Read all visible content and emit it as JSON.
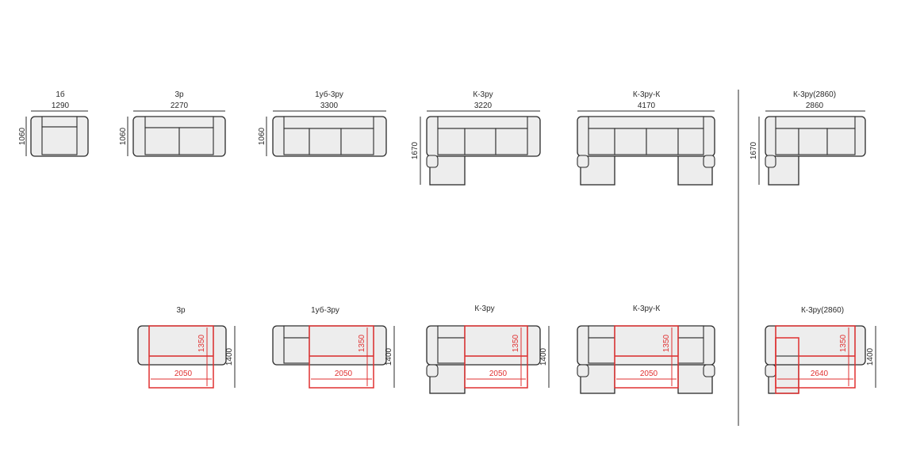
{
  "top_row": [
    {
      "label": "1б",
      "width": "1290",
      "depth": "1060"
    },
    {
      "label": "3р",
      "width": "2270",
      "depth": "1060"
    },
    {
      "label": "1уб-3ру",
      "width": "3300",
      "depth": "1060"
    },
    {
      "label": "К-3ру",
      "width": "3220",
      "depth": "1670"
    },
    {
      "label": "К-3ру-К",
      "width": "4170"
    },
    {
      "label": "К-3ру(2860)",
      "width": "2860",
      "depth": "1670"
    }
  ],
  "bottom_row": [
    {
      "label": "3р",
      "sleep_width": "2050",
      "sleep_length": "1350",
      "depth": "1400"
    },
    {
      "label": "1уб-3ру",
      "sleep_width": "2050",
      "sleep_length": "1350",
      "depth": "1400"
    },
    {
      "label": "К-3ру",
      "sleep_width": "2050",
      "sleep_length": "1350",
      "depth": "1400"
    },
    {
      "label": "К-3ру-К",
      "sleep_width": "2050",
      "sleep_length": "1350"
    },
    {
      "label": "К-3ру(2860)",
      "sleep_width": "2640",
      "sleep_length": "1350",
      "depth": "1400"
    }
  ],
  "colors": {
    "outline": "#2b2b2b",
    "fill": "#ededed",
    "sleep_area": "#e03030"
  }
}
